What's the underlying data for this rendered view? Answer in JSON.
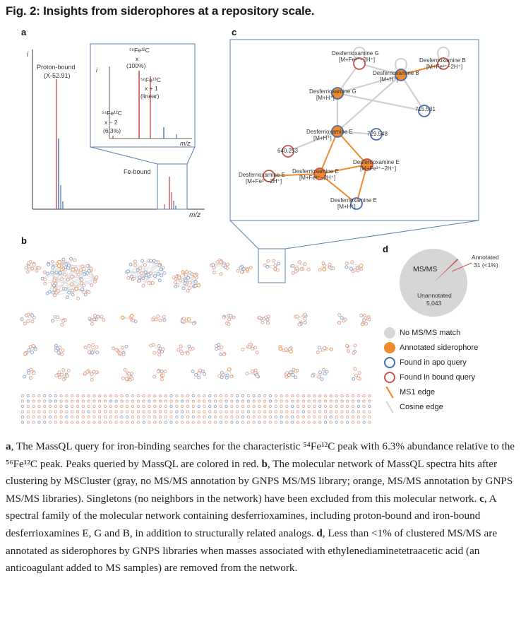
{
  "figure": {
    "title": "Fig. 2: Insights from siderophores at a repository scale.",
    "panels": {
      "a": "a",
      "b": "b",
      "c": "c",
      "d": "d"
    }
  },
  "panel_a": {
    "axis_i": "i",
    "axis_mz": "m/z",
    "proton_bound": "Proton-bound",
    "proton_bound_mass": "(X-52.91)",
    "fe_bound": "Fe-bound",
    "inset": {
      "peak56": "⁵⁶Fe¹²C",
      "peak56_x": "x",
      "peak56_pct": "(100%)",
      "peak56_13": "⁵⁶Fe¹³C",
      "peak56_13_x": "x + 1",
      "peak56_13_note": "(linear)",
      "peak54": "⁵⁴Fe¹²C",
      "peak54_x": "x − 2",
      "peak54_pct": "(6.3%)",
      "axis_i": "i",
      "axis_mz": "m/z"
    }
  },
  "panel_c": {
    "nodes": [
      {
        "label1": "Desferrioxamine G",
        "label2": "[M+Fe³⁺−2H⁺]"
      },
      {
        "label1": "Desferrioxamine B",
        "label2": "[M+Fe³⁺−2H⁺]"
      },
      {
        "label1": "Desferrioxamine B",
        "label2": "[M+H⁺]"
      },
      {
        "label1": "Desferrioxamine G",
        "label2": "[M+H⁺]"
      },
      {
        "label1": "715.531",
        "label2": ""
      },
      {
        "label1": "Desferrioxamine E",
        "label2": "[M+H⁺]"
      },
      {
        "label1": "729.548",
        "label2": ""
      },
      {
        "label1": "640.253",
        "label2": ""
      },
      {
        "label1": "Desferrioxamine E",
        "label2": "[M+Fe³⁺−2H⁺]"
      },
      {
        "label1": "Desferrioxamine E",
        "label2": "[M+Fe³⁺−2H⁺]"
      },
      {
        "label1": "Desferrioxamine E",
        "label2": "[M+Fe³⁺−2H⁺]"
      },
      {
        "label1": "Desferrioxamine E",
        "label2": "[M+H⁺]"
      }
    ]
  },
  "panel_d": {
    "msms_label": "MS/MS",
    "annotated_label": "Annotated",
    "annotated_value": "31 (<1%)",
    "unannotated_label": "Unannotated",
    "unannotated_value": "5,043",
    "chart_data": {
      "type": "pie",
      "categories": [
        "Unannotated",
        "Annotated"
      ],
      "values": [
        5043,
        31
      ]
    }
  },
  "legend": {
    "items": [
      {
        "label": "No MS/MS match"
      },
      {
        "label": "Annotated siderophore"
      },
      {
        "label": "Found in apo query"
      },
      {
        "label": "Found in bound query"
      },
      {
        "label": "MS1 edge"
      },
      {
        "label": "Cosine edge"
      }
    ]
  },
  "colors": {
    "red": "#c6554d",
    "blue": "#4a6db1",
    "orange": "#ef8a2d",
    "gray": "#d6d6d6",
    "frame": "#5b7fb0"
  },
  "caption": {
    "a_label": "a",
    "a_text_1": ", The MassQL query for iron-binding searches for the characteristic ",
    "a_iso1": "⁵⁴Fe¹²C",
    "a_text_2": " peak with 6.3% abundance relative to the ",
    "a_iso2": "⁵⁶Fe¹²C",
    "a_text_3": " peak. Peaks queried by MassQL are colored in red. ",
    "b_label": "b",
    "b_text": ", The molecular network of MassQL spectra hits after clustering by MSCluster (gray, no MS/MS annotation by GNPS MS/MS library; orange, MS/MS annotation by GNPS MS/MS libraries). Singletons (no neighbors in the network) have been excluded from this molecular network. ",
    "c_label": "c",
    "c_text": ", A spectral family of the molecular network containing desferrioxamines, including proton-bound and iron-bound desferrioxamines E, G and B, in addition to structurally related analogs. ",
    "d_label": "d",
    "d_text": ", Less than <1% of clustered MS/MS are annotated as siderophores by GNPS libraries when masses associated with ethylenediaminetetraacetic acid (an anticoagulant added to MS samples) are removed from the network."
  }
}
